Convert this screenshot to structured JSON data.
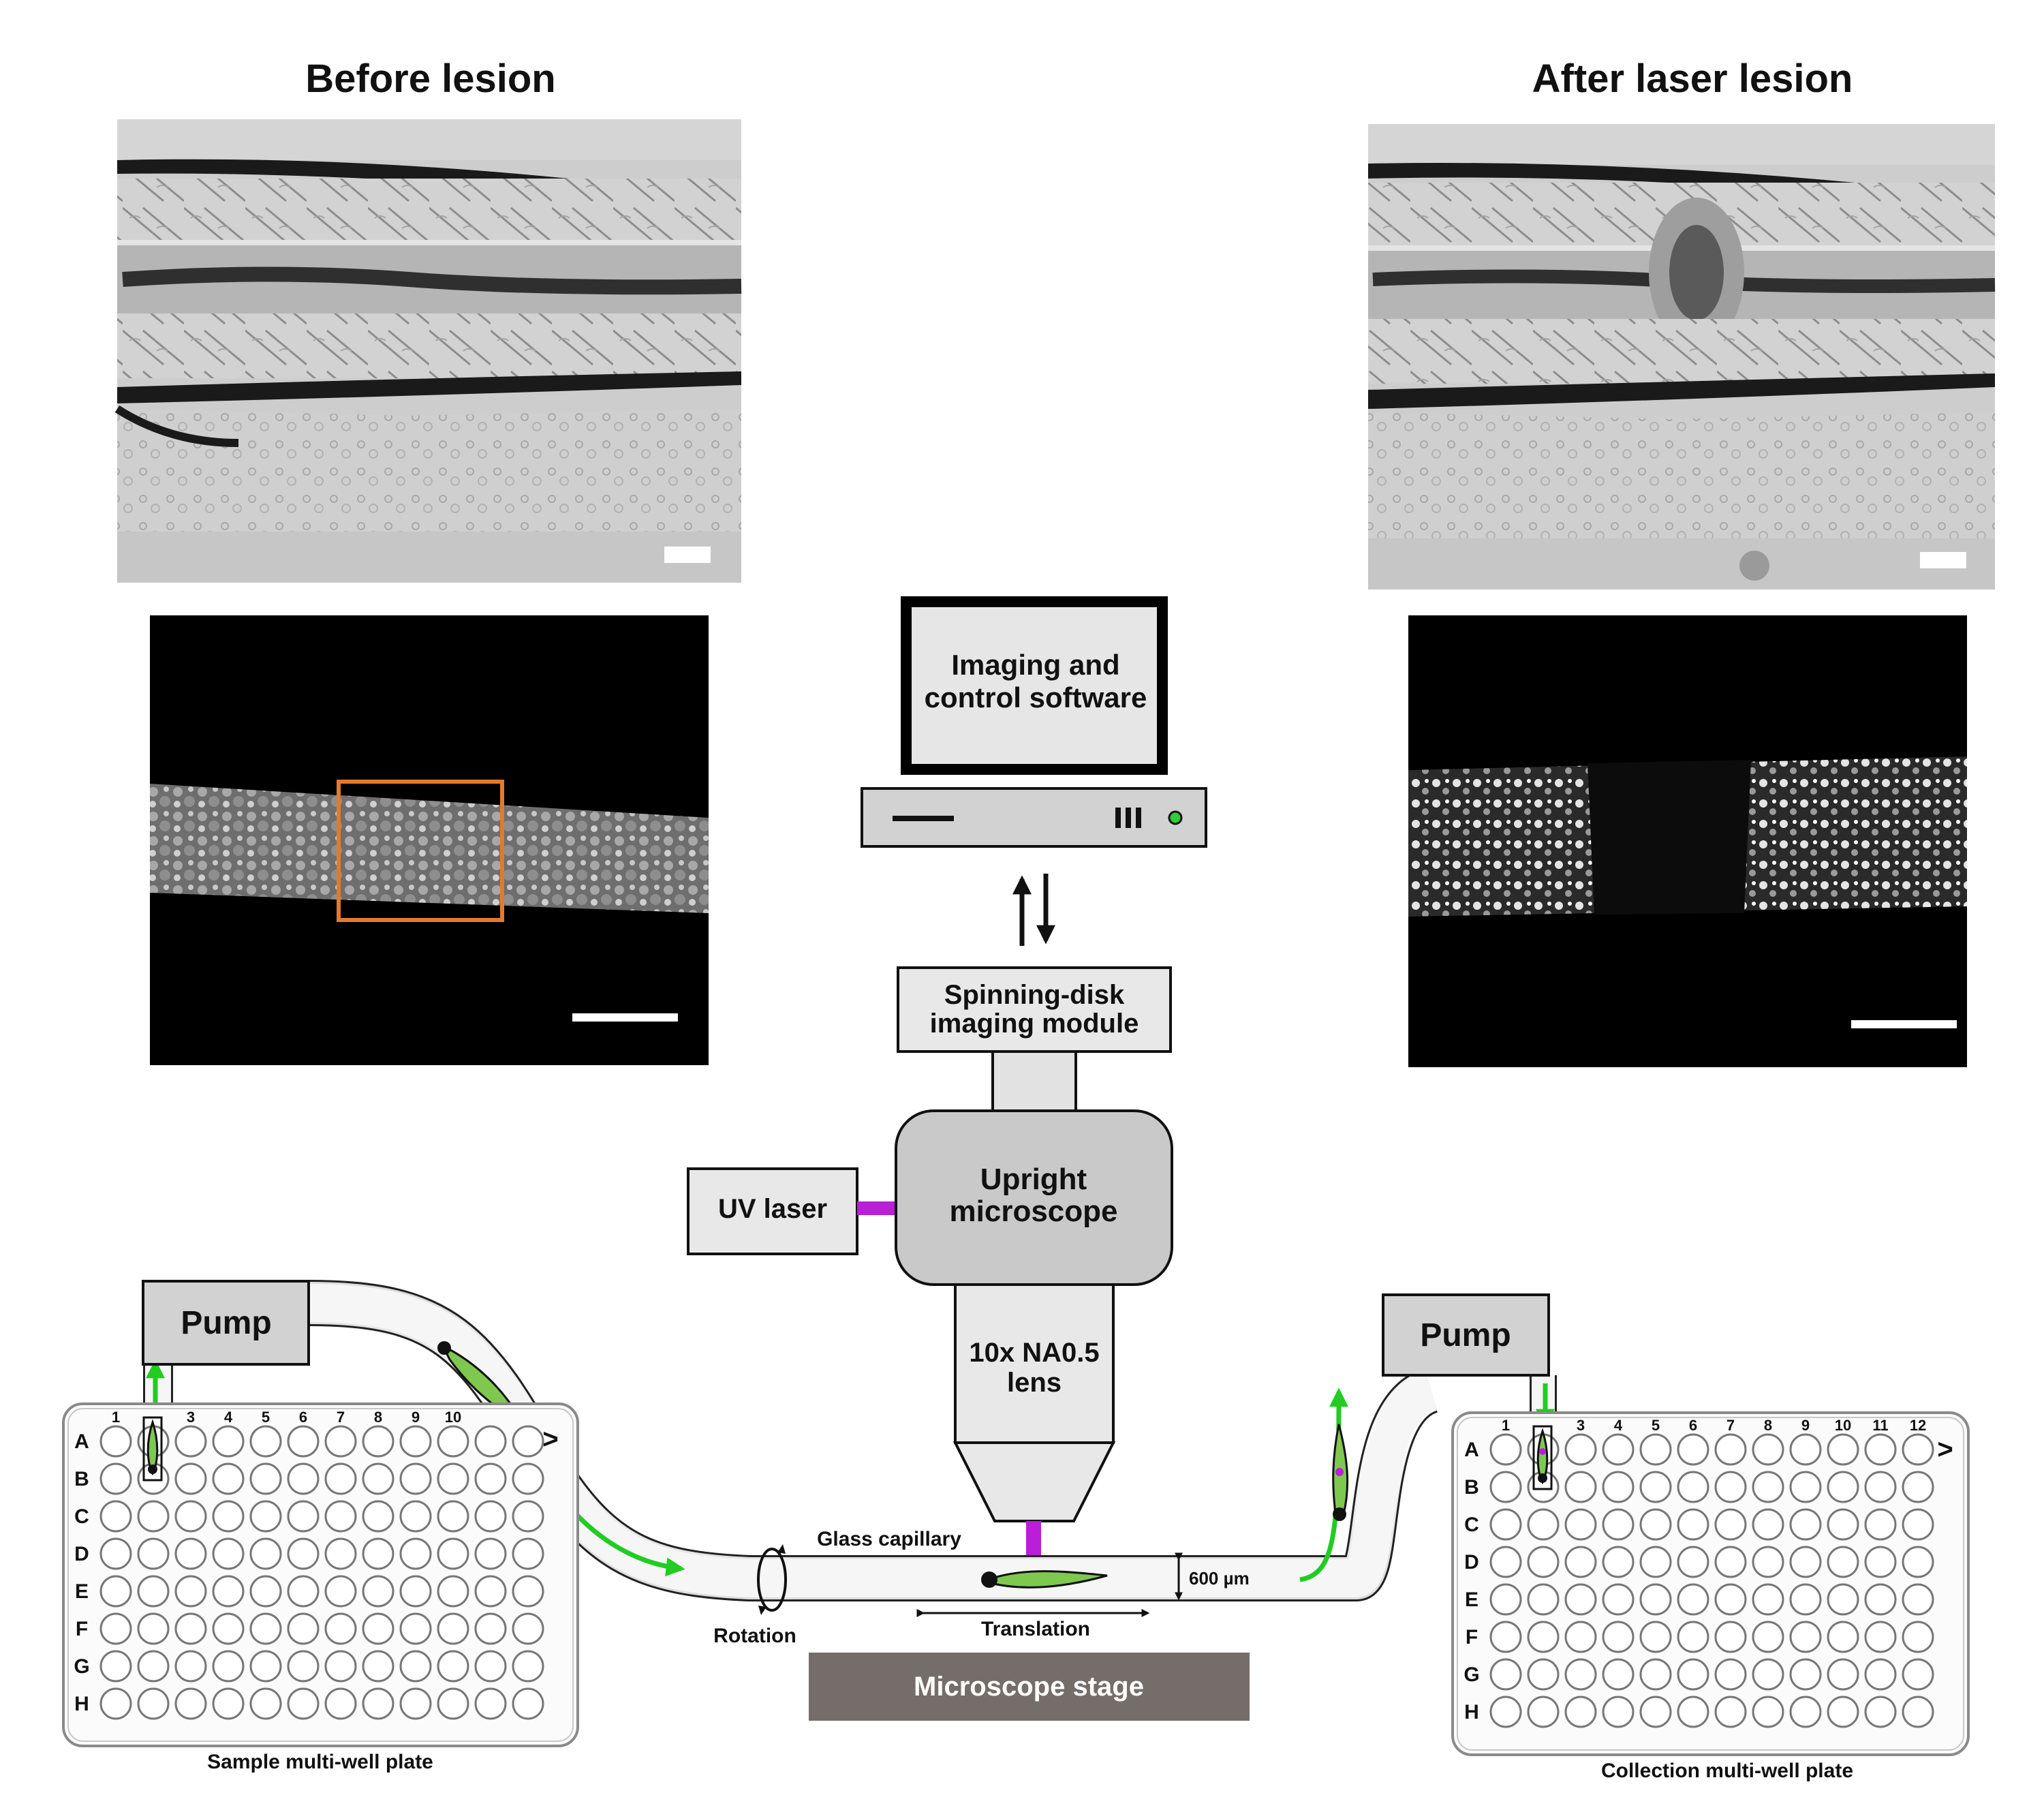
{
  "panels": {
    "before_title": "Before lesion",
    "after_title": "After laser lesion"
  },
  "computer": {
    "label_line1": "Imaging and",
    "label_line2": "control software"
  },
  "spinning_disk": {
    "line1": "Spinning-disk",
    "line2": "imaging module"
  },
  "microscope": {
    "line1": "Upright",
    "line2": "microscope"
  },
  "uv_laser": "UV laser",
  "lens": {
    "line1": "10x NA0.5",
    "line2": "lens"
  },
  "pump_left": "Pump",
  "pump_right": "Pump",
  "capillary": {
    "glass_label": "Glass capillary",
    "width_label": "600 µm",
    "rotation_label": "Rotation",
    "translation_label": "Translation"
  },
  "stage_label": "Microscope stage",
  "sample_plate": {
    "caption": "Sample multi-well plate",
    "columns": [
      "1",
      "",
      "3",
      "4",
      "5",
      "6",
      "7",
      "8",
      "9",
      "10",
      "",
      ""
    ],
    "rows": [
      "A",
      "B",
      "C",
      "D",
      "E",
      "F",
      "G",
      "H"
    ],
    "arrow": ">"
  },
  "collection_plate": {
    "caption": "Collection multi-well plate",
    "columns": [
      "1",
      "",
      "3",
      "4",
      "5",
      "6",
      "7",
      "8",
      "9",
      "10",
      "11",
      "12"
    ],
    "rows": [
      "A",
      "B",
      "C",
      "D",
      "E",
      "F",
      "G",
      "H"
    ],
    "arrow": ">"
  },
  "colors": {
    "laser": "#b81fd6",
    "flow_arrow": "#22cc22",
    "roi_box": "#e07a30",
    "stage": "#756d69",
    "fish": "#7ec850"
  }
}
